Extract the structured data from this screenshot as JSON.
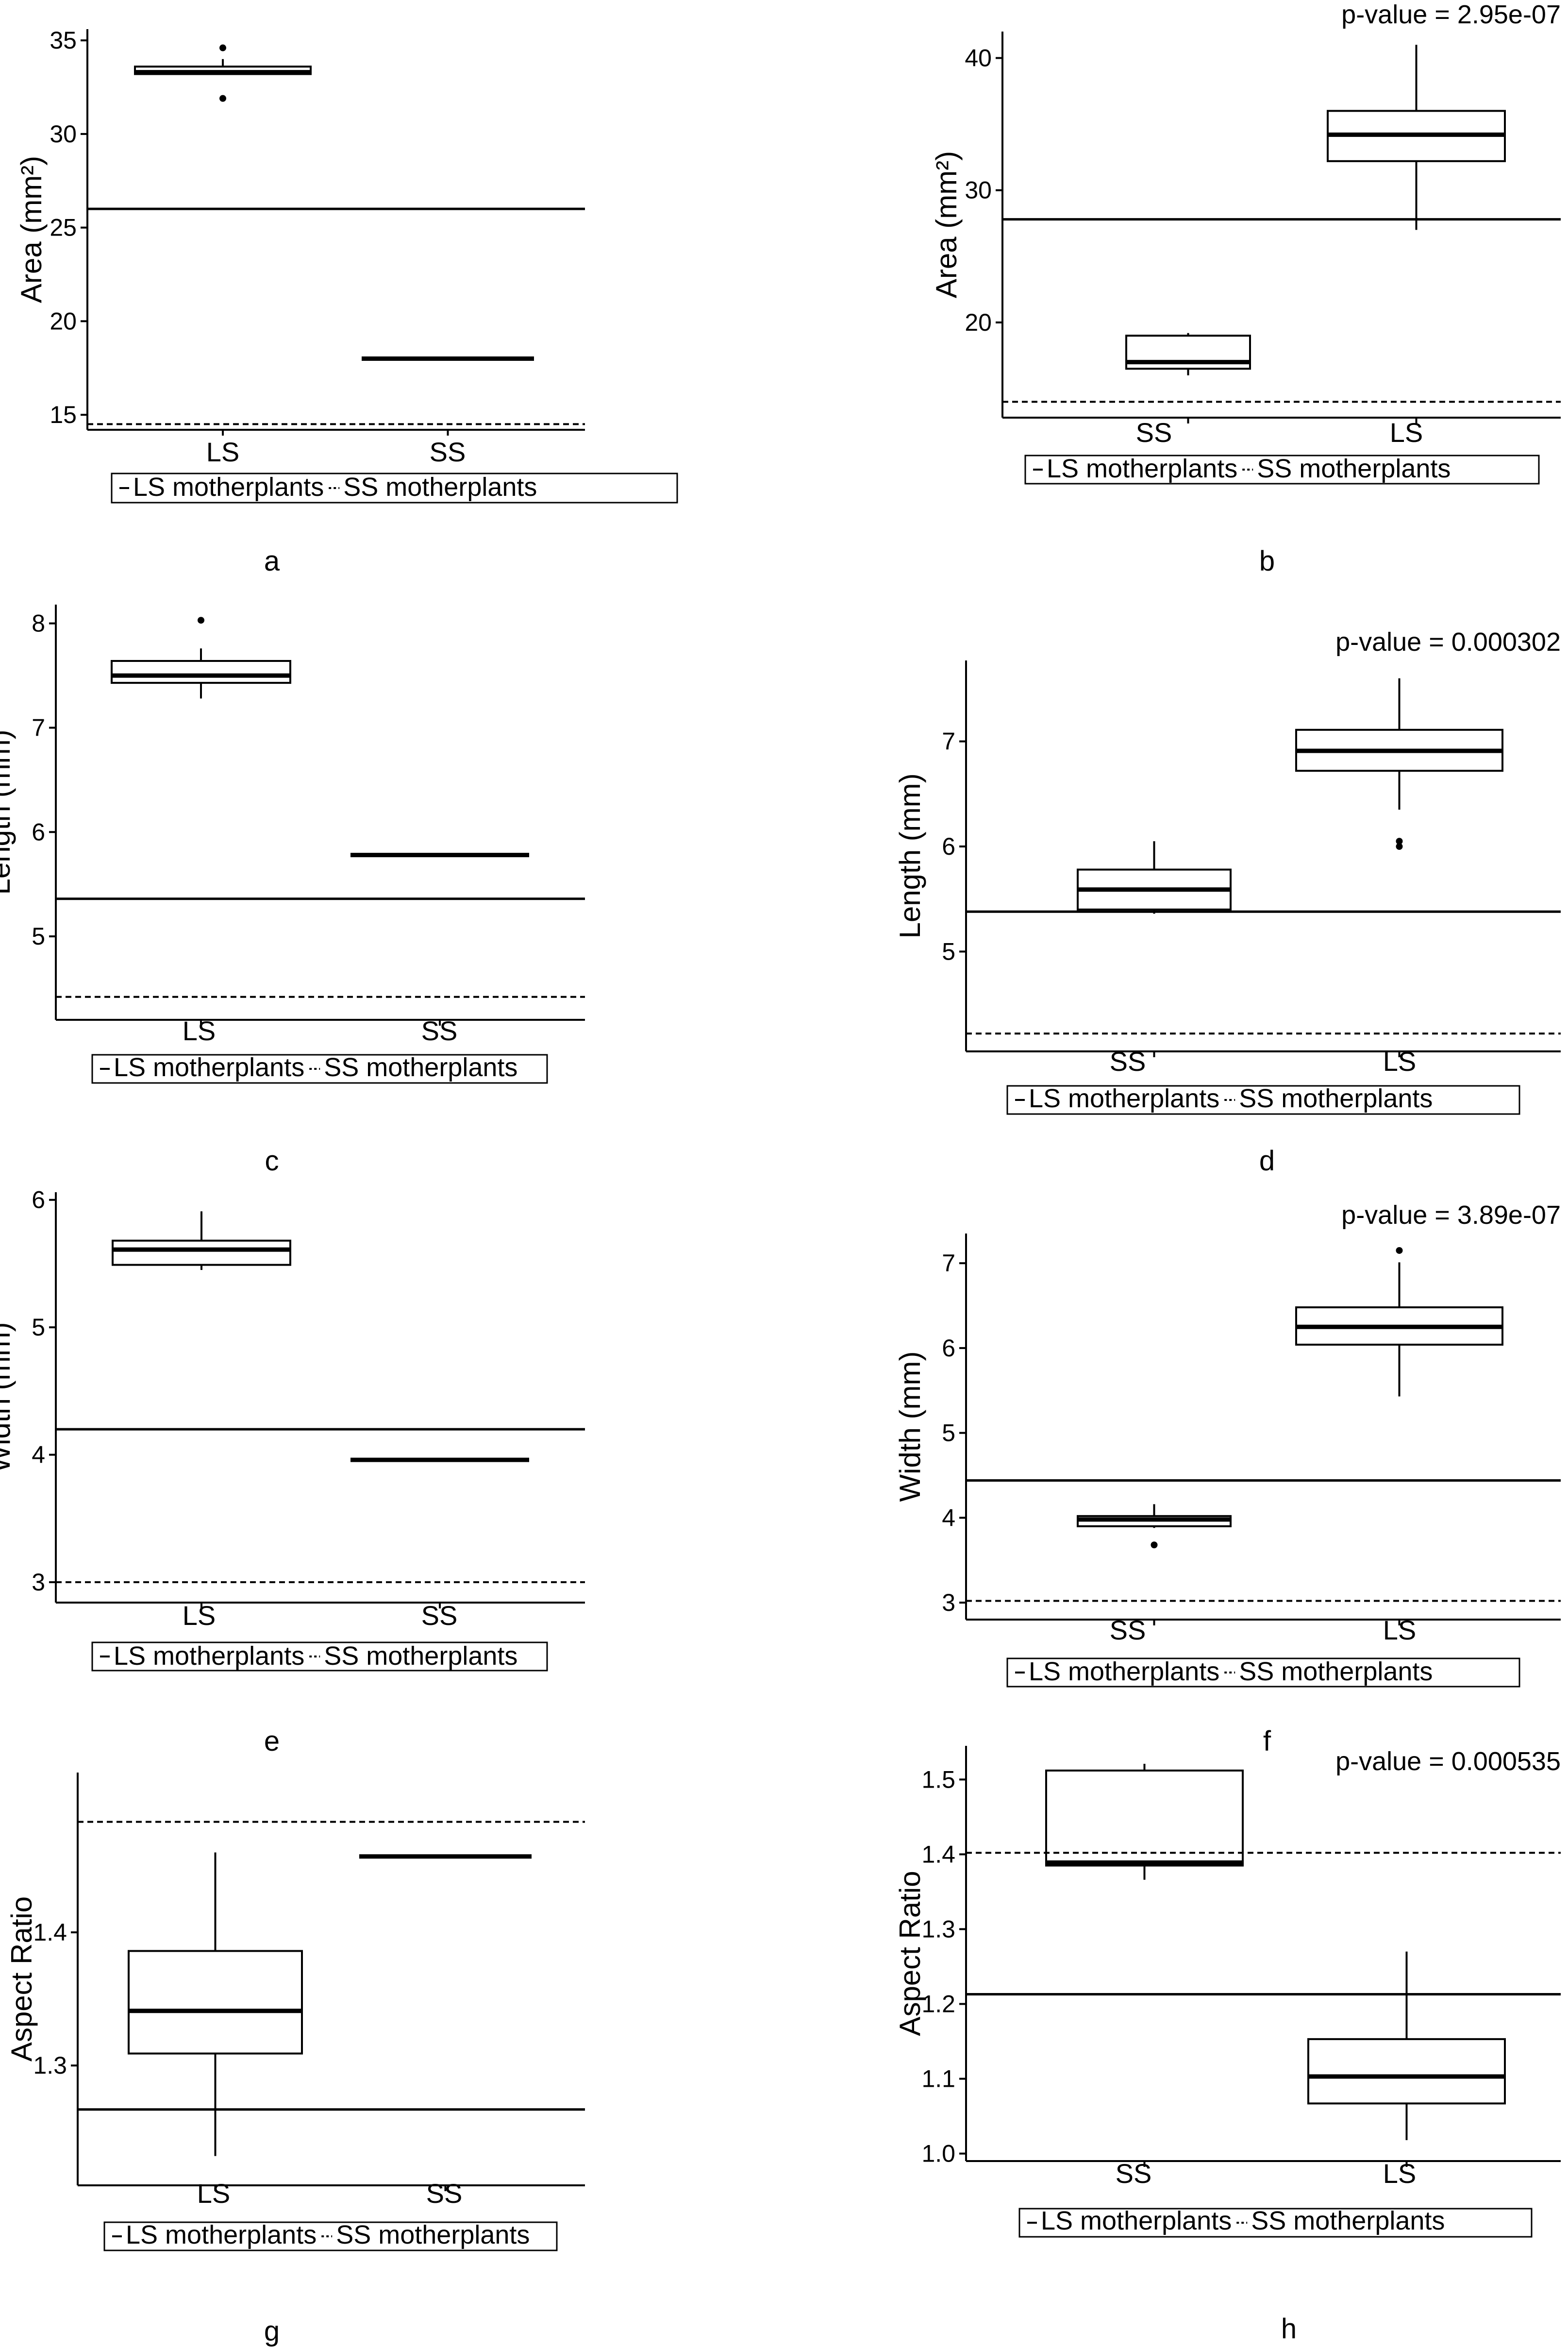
{
  "legend": {
    "solid_label": "LS motherplants",
    "dashed_label": "SS motherplants"
  },
  "chart_data": [
    {
      "id": "a",
      "type": "box",
      "panel_label": "a",
      "ylabel": "Area (mm²)",
      "pvalue": "",
      "ylim": [
        14.2,
        35.6
      ],
      "yticks": [
        15,
        20,
        25,
        30,
        35
      ],
      "hline_solid": 26.0,
      "hline_dashed": 14.5,
      "boxes": [
        {
          "label": "LS",
          "q1": 33.2,
          "median": 33.3,
          "q3": 33.6,
          "whisker_low": 33.2,
          "whisker_high": 34.0,
          "outliers": [
            34.6,
            31.9
          ]
        },
        {
          "label": "SS",
          "q1": 18.0,
          "median": 18.0,
          "q3": 18.0,
          "whisker_low": 18.0,
          "whisker_high": 18.0,
          "outliers": []
        }
      ]
    },
    {
      "id": "b",
      "type": "box",
      "panel_label": "b",
      "ylabel": "Area (mm²)",
      "pvalue": "p-value = 2.95e-07",
      "ylim": [
        12.8,
        42.0
      ],
      "yticks": [
        20,
        30,
        40
      ],
      "hline_solid": 27.8,
      "hline_dashed": 14.0,
      "boxes": [
        {
          "label": "SS",
          "q1": 16.5,
          "median": 17.0,
          "q3": 19.0,
          "whisker_low": 16.0,
          "whisker_high": 19.2,
          "outliers": []
        },
        {
          "label": "LS",
          "q1": 32.2,
          "median": 34.2,
          "q3": 36.0,
          "whisker_low": 27.0,
          "whisker_high": 41.0,
          "outliers": []
        }
      ]
    },
    {
      "id": "c",
      "type": "box",
      "panel_label": "c",
      "ylabel": "Length (mm)",
      "pvalue": "",
      "ylim": [
        4.2,
        8.18
      ],
      "yticks": [
        5,
        6,
        7,
        8
      ],
      "hline_solid": 5.36,
      "hline_dashed": 4.42,
      "boxes": [
        {
          "label": "LS",
          "q1": 7.43,
          "median": 7.5,
          "q3": 7.64,
          "whisker_low": 7.28,
          "whisker_high": 7.76,
          "outliers": [
            8.03
          ]
        },
        {
          "label": "SS",
          "q1": 5.78,
          "median": 5.78,
          "q3": 5.78,
          "whisker_low": 5.78,
          "whisker_high": 5.78,
          "outliers": []
        }
      ]
    },
    {
      "id": "d",
      "type": "box",
      "panel_label": "d",
      "ylabel": "Length (mm)",
      "pvalue": "p-value = 0.000302",
      "ylim": [
        4.05,
        7.77
      ],
      "yticks": [
        5,
        6,
        7
      ],
      "hline_solid": 5.38,
      "hline_dashed": 4.22,
      "boxes": [
        {
          "label": "SS",
          "q1": 5.4,
          "median": 5.59,
          "q3": 5.78,
          "whisker_low": 5.36,
          "whisker_high": 6.05,
          "outliers": []
        },
        {
          "label": "LS",
          "q1": 6.72,
          "median": 6.91,
          "q3": 7.11,
          "whisker_low": 6.35,
          "whisker_high": 7.6,
          "outliers": [
            6.05,
            6.0
          ]
        }
      ]
    },
    {
      "id": "e",
      "type": "box",
      "panel_label": "e",
      "ylabel": "Width (mm)",
      "pvalue": "",
      "ylim": [
        2.84,
        6.06
      ],
      "yticks": [
        3,
        4,
        5,
        6
      ],
      "hline_solid": 4.2,
      "hline_dashed": 3.0,
      "boxes": [
        {
          "label": "LS",
          "q1": 5.49,
          "median": 5.61,
          "q3": 5.68,
          "whisker_low": 5.45,
          "whisker_high": 5.91,
          "outliers": []
        },
        {
          "label": "SS",
          "q1": 3.96,
          "median": 3.96,
          "q3": 3.96,
          "whisker_low": 3.96,
          "whisker_high": 3.96,
          "outliers": []
        }
      ]
    },
    {
      "id": "f",
      "type": "box",
      "panel_label": "f",
      "ylabel": "Width (mm)",
      "pvalue": "p-value = 3.89e-07",
      "ylim": [
        2.8,
        7.35
      ],
      "yticks": [
        3,
        4,
        5,
        6,
        7
      ],
      "hline_solid": 4.44,
      "hline_dashed": 3.02,
      "boxes": [
        {
          "label": "SS",
          "q1": 3.9,
          "median": 3.98,
          "q3": 4.02,
          "whisker_low": 3.88,
          "whisker_high": 4.16,
          "outliers": [
            3.68
          ]
        },
        {
          "label": "LS",
          "q1": 6.04,
          "median": 6.25,
          "q3": 6.48,
          "whisker_low": 5.43,
          "whisker_high": 7.01,
          "outliers": [
            7.15
          ]
        }
      ]
    },
    {
      "id": "g",
      "type": "box",
      "panel_label": "g",
      "ylabel": "Aspect Ratio",
      "pvalue": "",
      "ylim": [
        1.21,
        1.52
      ],
      "yticks": [
        1.3,
        1.4
      ],
      "hline_solid": 1.267,
      "hline_dashed": 1.483,
      "boxes": [
        {
          "label": "LS",
          "q1": 1.309,
          "median": 1.341,
          "q3": 1.386,
          "whisker_low": 1.232,
          "whisker_high": 1.46,
          "outliers": []
        },
        {
          "label": "SS",
          "q1": 1.457,
          "median": 1.457,
          "q3": 1.457,
          "whisker_low": 1.457,
          "whisker_high": 1.457,
          "outliers": []
        }
      ]
    },
    {
      "id": "h",
      "type": "box",
      "panel_label": "h",
      "ylabel": "Aspect Ratio",
      "pvalue": "p-value = 0.000535",
      "ylim": [
        0.99,
        1.545
      ],
      "yticks": [
        1.0,
        1.1,
        1.2,
        1.3,
        1.4,
        1.5
      ],
      "hline_solid": 1.213,
      "hline_dashed": 1.402,
      "boxes": [
        {
          "label": "SS",
          "q1": 1.385,
          "median": 1.389,
          "q3": 1.512,
          "whisker_low": 1.366,
          "whisker_high": 1.521,
          "outliers": []
        },
        {
          "label": "LS",
          "q1": 1.067,
          "median": 1.103,
          "q3": 1.153,
          "whisker_low": 1.018,
          "whisker_high": 1.27,
          "outliers": []
        }
      ]
    }
  ]
}
